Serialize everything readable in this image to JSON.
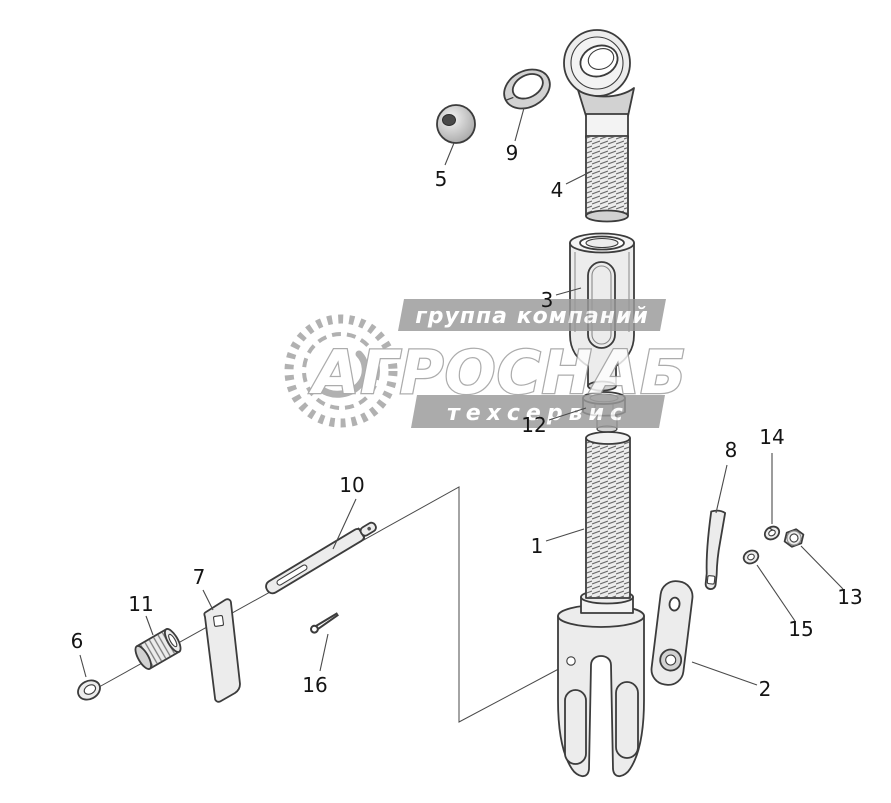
{
  "diagram": {
    "title": "exploded-parts-diagram-turnbuckle-link",
    "colors": {
      "line": "#3c3c3c",
      "watermark_gray": "#9a9a9a",
      "background": "#ffffff"
    }
  },
  "watermark": {
    "group_line": "группа компаний",
    "brand": "АГРОСНАБ",
    "service_line": "техсервис"
  },
  "labels": {
    "n1": "1",
    "n2": "2",
    "n3": "3",
    "n4": "4",
    "n5": "5",
    "n6": "6",
    "n7": "7",
    "n8": "8",
    "n9": "9",
    "n10": "10",
    "n11": "11",
    "n12": "12",
    "n13": "13",
    "n14": "14",
    "n15": "15",
    "n16": "16"
  }
}
